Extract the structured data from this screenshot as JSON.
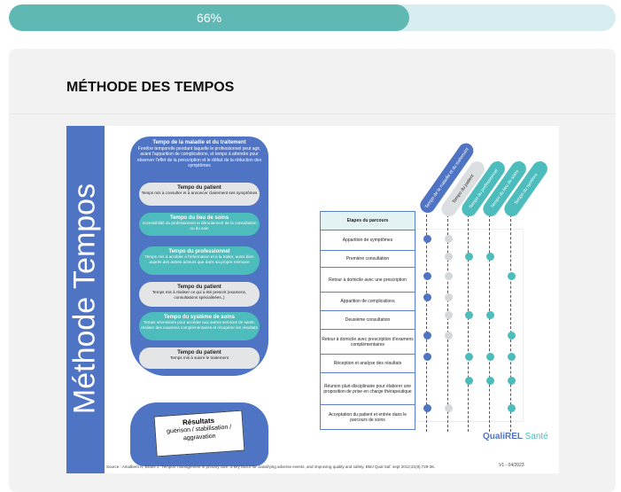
{
  "progress": {
    "label": "66%",
    "value": 66
  },
  "section": {
    "title": "MÉTHODE DES TEMPOS"
  },
  "infographic": {
    "side_title": "Méthode Tempos",
    "main_panel": {
      "title": "Tempo de la maladie et du traitement",
      "text": "Fenêtre temporelle pendant laquelle le professionnel peut agir, avant l'apparition de complications, et temps à attendre pour observer l'effet de la prescription et le début de la réduction des symptômes"
    },
    "pills": [
      {
        "title": "Tempo du patient",
        "text": "Temps mis à consulter et à annoncer clairement ses symptômes",
        "color": "gray"
      },
      {
        "title": "Tempo du lieu de soins",
        "text": "Accessibilité du professionnel et déroulement de la consultation ou du soin",
        "color": "teal"
      },
      {
        "title": "Tempo du professionnel",
        "text": "Temps mis à accéder à l'information et à la traiter, aussi bien auprès des autres acteurs que dans sa propre mémoire",
        "color": "teal"
      },
      {
        "title": "Tempo du patient",
        "text": "Temps mis à réaliser ce qui a été prescrit (examens, consultations spécialisées..)",
        "color": "gray"
      },
      {
        "title": "Tempo du système de soins",
        "text": "Temps nécessaire pour accéder aux autres services de santé, réaliser des examens complémentaires et récupérer les résultats",
        "color": "teal"
      },
      {
        "title": "Tempo du patient",
        "text": "Temps mis à suivre le traitement",
        "color": "gray"
      }
    ],
    "results": {
      "title": "Résultats",
      "text": "guérison / stabilisation / aggravation"
    },
    "columns": [
      {
        "label": "Tempo de la maladie et du traitement",
        "color": "#4f74c4"
      },
      {
        "label": "Tempo du patient",
        "color": "#dcdfe1"
      },
      {
        "label": "Tempo du professionnel",
        "color": "#4cbcbc"
      },
      {
        "label": "Tempo du lieu de soins",
        "color": "#4cbcbc"
      },
      {
        "label": "Tempo du système",
        "color": "#4cbcbc"
      }
    ],
    "table_header": "Etapes du parcours",
    "rows": [
      {
        "label": "Apparition de symptômes",
        "marks": [
          1,
          1,
          0,
          0,
          0
        ]
      },
      {
        "label": "Première consultation",
        "marks": [
          0,
          1,
          1,
          1,
          0
        ]
      },
      {
        "label": "Retour à domicile avec une prescription",
        "marks": [
          1,
          1,
          0,
          0,
          1
        ]
      },
      {
        "label": "Apparition de complications",
        "marks": [
          1,
          1,
          0,
          0,
          0
        ]
      },
      {
        "label": "Deuxième consultation",
        "marks": [
          0,
          1,
          1,
          1,
          0
        ]
      },
      {
        "label": "Retour à domicile avec prescription d'examens complémentaires",
        "marks": [
          1,
          1,
          0,
          0,
          1
        ]
      },
      {
        "label": "Réception et analyse des résultats",
        "marks": [
          1,
          0,
          1,
          1,
          1
        ]
      },
      {
        "label": "Réunion pluri-disciplinaire pour élaborer une proposition de prise en charge thérapeutique",
        "marks": [
          0,
          0,
          1,
          1,
          1
        ]
      },
      {
        "label": "Acceptation du patient et entrée dans le parcours de soins",
        "marks": [
          1,
          1,
          0,
          0,
          1
        ]
      }
    ],
    "logo": {
      "a": "QualiREL",
      "b": "Santé"
    },
    "version": "V1 - 04/2023",
    "source": "Source : Amalberti R, Brami J. 'Tempos' management in primary care: a key factor for classifying adverse events, and improving quality and safety. BMJ Qual Saf. sept 2012;21(9):729-36."
  }
}
